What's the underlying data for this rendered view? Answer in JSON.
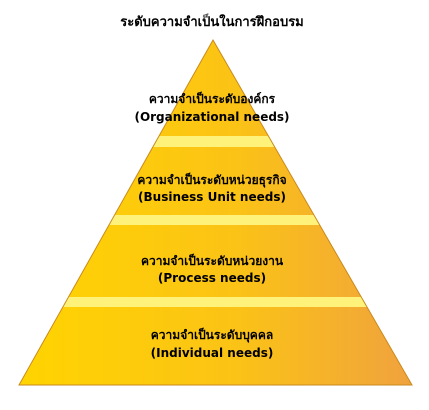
{
  "diagram": {
    "title": "ระดับความจำเป็นในการฝึกอบรม",
    "levels": [
      {
        "thai": "ความจำเป็นระดับองค์กร",
        "english": "(Organizational needs)"
      },
      {
        "thai": "ความจำเป็นระดับหน่วยธุรกิจ",
        "english": "(Business Unit needs)"
      },
      {
        "thai": "ความจำเป็นระดับหน่วยงาน",
        "english": "(Process needs)"
      },
      {
        "thai": "ความจำเป็นระดับบุคคล",
        "english": "(Individual needs)"
      }
    ]
  },
  "colors": {
    "fill_light": "#ffd400",
    "fill_mid": "#fbc316",
    "fill_dark": "#f0a23e",
    "band": "#fff27a",
    "outline": "#c98a1c"
  }
}
